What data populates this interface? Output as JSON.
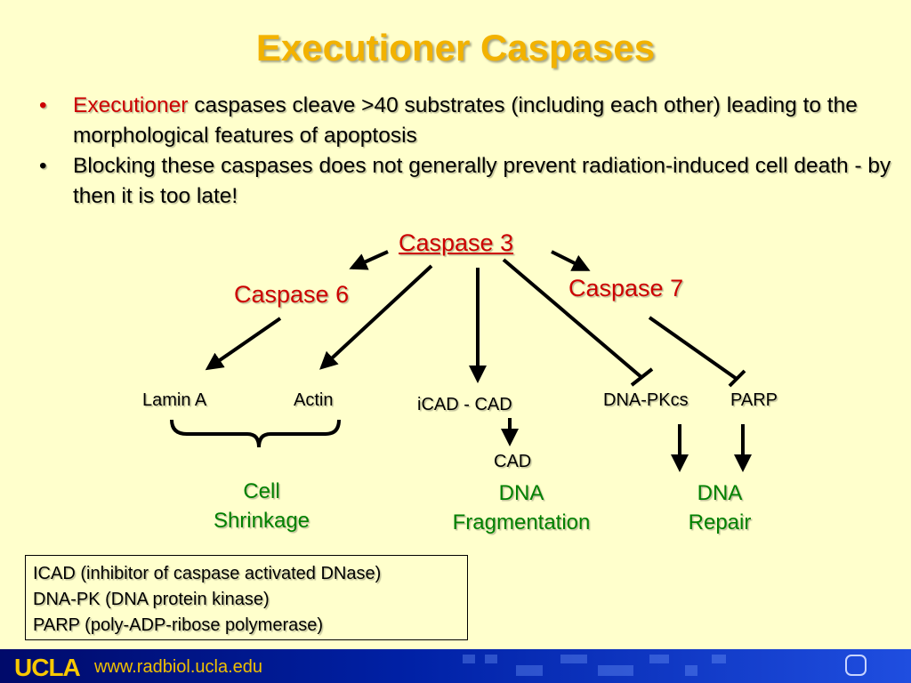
{
  "title": "Executioner Caspases",
  "bullets": [
    {
      "highlight": "Executioner",
      "text": " caspases cleave >40 substrates (including each other) leading to the morphological features of apoptosis"
    },
    {
      "highlight": "",
      "text": "Blocking these caspases does not generally prevent radiation-induced cell death - by then it is too late!"
    }
  ],
  "bullet_symbol": "•",
  "diagram": {
    "caspase3": "Caspase 3",
    "caspase6": "Caspase 6",
    "caspase7": "Caspase 7",
    "lamin_a": "Lamin A",
    "actin": "Actin",
    "icad_cad": "iCAD - CAD",
    "dna_pkcs": "DNA-PKcs",
    "parp": "PARP",
    "cad": "CAD",
    "cell_shrinkage": [
      "Cell",
      "Shrinkage"
    ],
    "dna_fragmentation": [
      "DNA",
      "Fragmentation"
    ],
    "dna_repair": [
      "DNA",
      "Repair"
    ]
  },
  "legend": [
    "ICAD (inhibitor of caspase activated DNase)",
    "DNA-PK (DNA protein kinase)",
    "PARP (poly-ADP-ribose polymerase)"
  ],
  "footer": {
    "logo": "UCLA",
    "url": "www.radbiol.ucla.edu"
  },
  "colors": {
    "background": "#ffffcc",
    "title": "#f2b200",
    "caspase_red": "#cc0000",
    "outcome_green": "#008000",
    "footer_blue": "#0021a6"
  }
}
